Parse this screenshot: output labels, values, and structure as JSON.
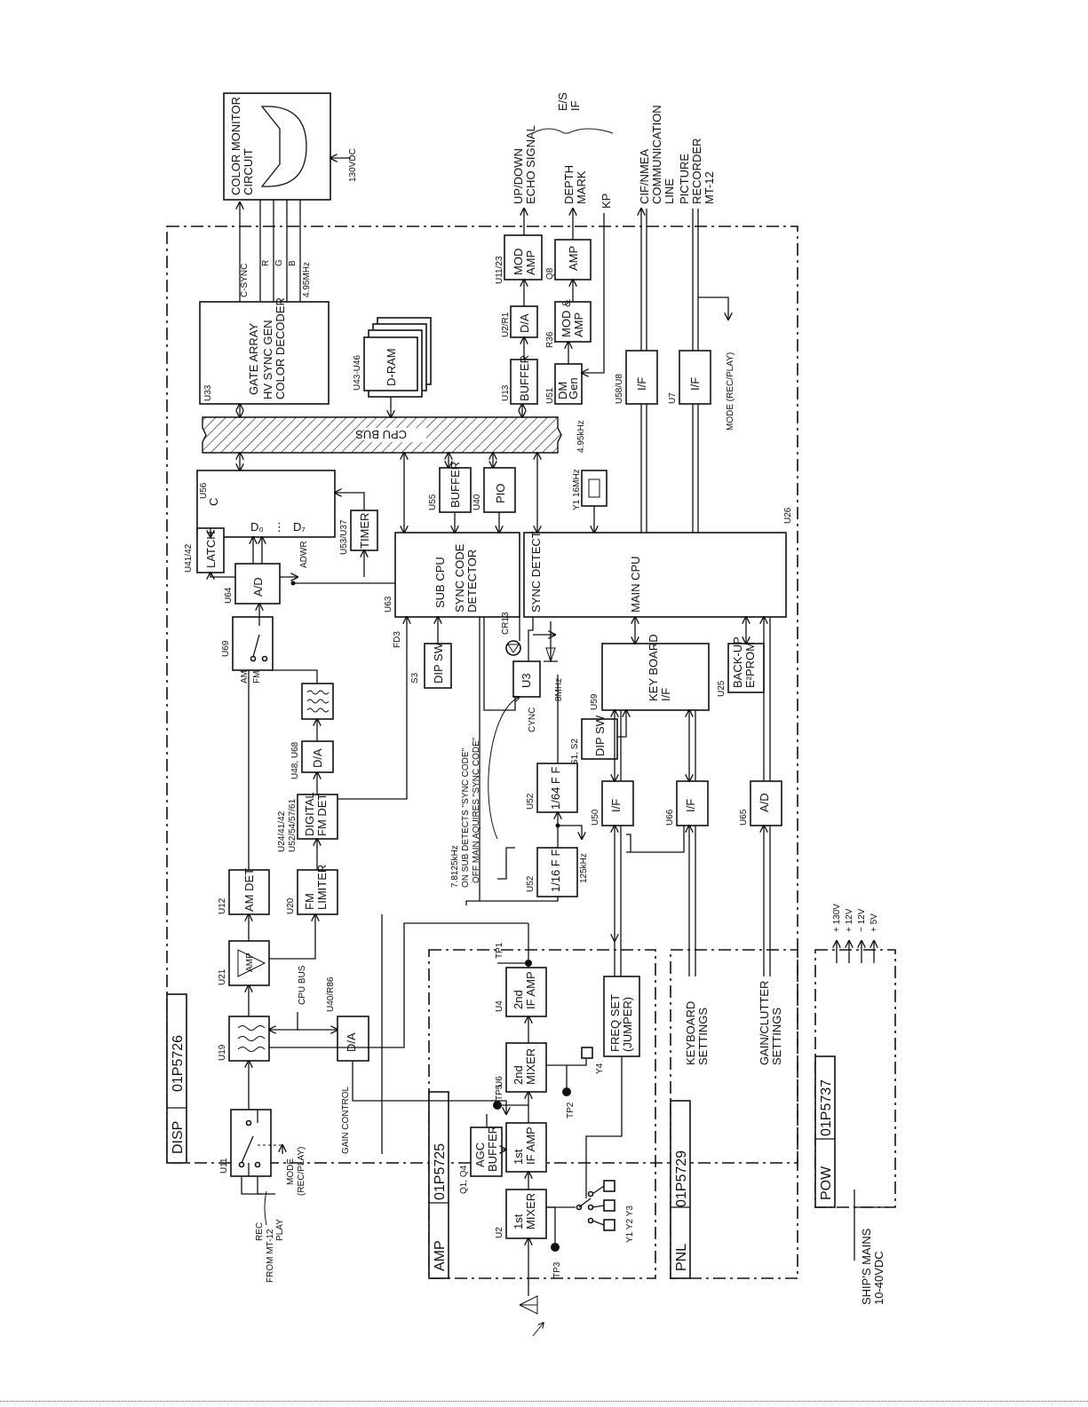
{
  "boards": {
    "disp": {
      "name": "DISP",
      "code": "01P5726"
    },
    "amp": {
      "name": "AMP",
      "code": "01P5725"
    },
    "pnl": {
      "name": "PNL",
      "code": "01P5729"
    },
    "pow": {
      "name": "POW",
      "code": "01P5737"
    }
  },
  "blocks": {
    "u11_ref": "U11",
    "u19_ref": "U19",
    "u21_ref": "U21",
    "u21_label": "AMP",
    "u12_ref": "U12",
    "u12_label": "AM DET",
    "u20_ref": "U20",
    "u20_l1": "FM",
    "u20_l2": "LIMITER",
    "u24_ref1": "U24/41/42",
    "u24_ref2": "U52/54/57/61",
    "u24_l1": "DIGITAL",
    "u24_l2": "FM DET",
    "u48_ref": "U48, U68",
    "u48_label": "D/A",
    "u69_ref": "U69",
    "u69_am": "AM",
    "u69_fm": "FM",
    "u64_ref": "U64",
    "u64_label": "A/D",
    "adwr": "ADWR",
    "u41_ref": "U41/42",
    "u41_label": "LATCH",
    "u53_ref": "U53/U37",
    "u53_label": "TIMER",
    "u56_ref": "U56",
    "u56_c": "C",
    "u56_d0": "D₀",
    "u56_dots": "⋮",
    "u56_d7": "D₇",
    "u63_ref": "U63",
    "u63_l1": "SUB CPU",
    "u63_l2": "SYNC CODE",
    "u63_l3": "DETECTOR",
    "u55_ref": "U55",
    "u55_label": "BUFFER",
    "u40_ref": "U40",
    "u40_label": "PIO",
    "u33_ref": "U33",
    "u33_l1": "GATE ARRAY",
    "u33_l2": "HV SYNC GEN",
    "u33_l3": "COLOR DECODER",
    "u43_ref": "U43-U46",
    "u43_label": "D-RAM",
    "u13_ref": "U13",
    "u13_label": "BUFFER",
    "u2r1_ref": "U2/R1",
    "u2r1_label": "D/A",
    "u1123_ref": "U11/23",
    "u1123_l1": "MOD",
    "u1123_l2": "AMP",
    "u51_ref": "U51",
    "u51_l1": "DM",
    "u51_l2": "Gen",
    "r36_ref": "R36",
    "r36_l1": "MOD &",
    "r36_l2": "AMP",
    "q8_ref": "Q8",
    "q8_label": "AMP",
    "u58_ref": "U58/U8",
    "u58_label": "I/F",
    "u7_ref": "U7",
    "u7_label": "I/F",
    "y1_label": "Y1  16MHz",
    "u26_ref": "U26",
    "u26_sync": "SYNC DETECT",
    "u26_label": "MAIN CPU",
    "s3_ref": "S3",
    "s3_label": "DIP SW",
    "fd3_ref": "FD3",
    "cr13_ref": "CR13",
    "u3_label": "U3",
    "cync": "CYNC",
    "freq_8mhz": "8MHz",
    "u59_ref": "U59",
    "u59_l1": "KEY BOARD",
    "u59_l2": "I/F",
    "u25_ref": "U25",
    "u25_l1": "BACK-UP",
    "u25_l2": "E²PROM",
    "s1s2_ref": "S1, S2",
    "s1s2_label": "DIP SW",
    "u52a_ref": "U52",
    "u52a_label": "1/64 F F",
    "u52b_ref": "U52",
    "u52b_label": "1/16 F F",
    "f125": "125kHz",
    "u50_ref": "U50",
    "u50_label": "I/F",
    "u66_ref": "U66",
    "u66_label": "I/F",
    "u65_ref": "U65",
    "u65_label": "A/D",
    "u40r86_ref": "U40/R86",
    "u40r86_label": "D/A",
    "cpu_bus_small": "CPU BUS",
    "gain_control": "GAIN CONTROL",
    "mode_l1": "MODE",
    "mode_l2": "(REC/PLAY)",
    "sync_note1": "7.8125kHz",
    "sync_note2": "ON SUB DETECTS \"SYNC CODE\"",
    "sync_note3": "OFF MAIN AQUIRES \"SYNC CODE\"",
    "u2_ref": "U2",
    "u2_l1": "1st",
    "u2_l2": "MIXER",
    "q1q4_ref": "Q1, Q4",
    "agc_l1": "AGC",
    "agc_l2": "BUFFER",
    "if1_l1": "1st",
    "if1_l2": "IF AMP",
    "u6_ref": "U6",
    "u6_l1": "2nd",
    "u6_l2": "MIXER",
    "u4_ref": "U4",
    "u4_l1": "2nd",
    "u4_l2": "IF AMP",
    "freq_l1": "FREQ SET",
    "freq_l2": "(JUMPER)",
    "tp1": "TP1",
    "tp2": "TP2",
    "tp3": "TP3",
    "tp5": "TP5",
    "y4": "Y4",
    "y123": "Y1  Y2  Y3",
    "kb_l1": "KEYBOARD",
    "kb_l2": "SETTINGS",
    "gc_l1": "GAIN/CLUTTER",
    "gc_l2": "SETTINGS",
    "v130": "+ 130V",
    "v12p": "+ 12V",
    "v12n": "− 12V",
    "v5": "+ 5V",
    "mains_l1": "SHIP'S  MAINS",
    "mains_l2": "10-40VDC"
  },
  "external": {
    "monitor_l1": "COLOR MONITOR",
    "monitor_l2": "CIRCUIT",
    "vdc130": "130VDC",
    "csync": "C-SYNC",
    "r": "R",
    "g": "G",
    "b": "B",
    "f495a": "4.95MHz",
    "f495b": "4.95kHz",
    "updown_l1": "UP/DOWN",
    "updown_l2": "ECHO SIGNAL",
    "depth_l1": "DEPTH",
    "depth_l2": "MARK",
    "es_l1": "E/S",
    "es_l2": "IF",
    "kp": "KP",
    "cif_l1": "CIF/NMEA",
    "cif_l2": "COMMUNICATION",
    "cif_l3": "LINE",
    "pic_l1": "PICTURE",
    "pic_l2": "RECORDER",
    "pic_l3": "MT-12",
    "mode_rp": "MODE  (REC/PLAY)",
    "cpu_bus": "CPU BUS",
    "from_mt12": "FROM MT-12",
    "rec": "REC",
    "play": "PLAY"
  }
}
